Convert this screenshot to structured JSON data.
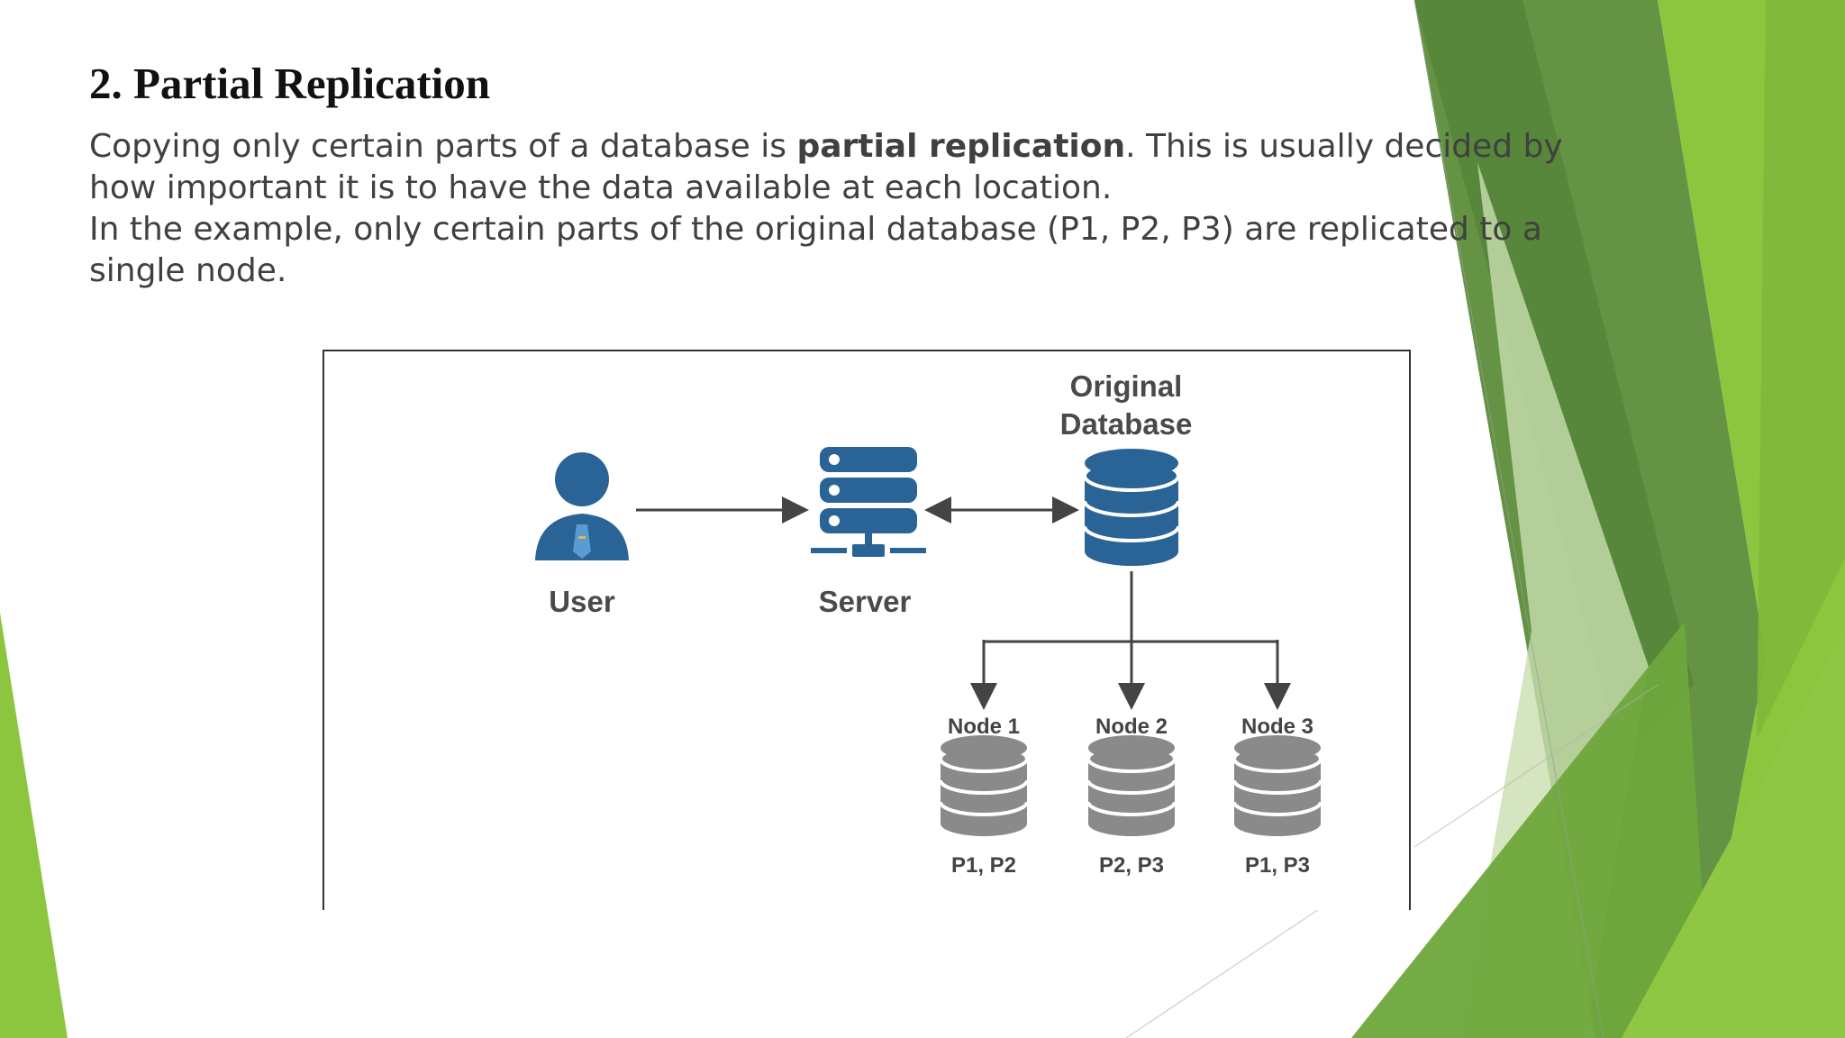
{
  "slide": {
    "title": "2. Partial Replication",
    "paragraph1_before": "Copying only certain parts of a database is ",
    "paragraph1_bold": "partial replication",
    "paragraph1_after": ". This is usually decided by how important it is to have the data available at each location.",
    "paragraph2": "In the example, only certain parts of the original database (P1, P2, P3) are replicated to a single node."
  },
  "diagram": {
    "user_label": "User",
    "server_label": "Server",
    "original_db_label_line1": "Original",
    "original_db_label_line2": "Database",
    "nodes": [
      {
        "label": "Node 1",
        "partitions": "P1, P2"
      },
      {
        "label": "Node 2",
        "partitions": "P2, P3"
      },
      {
        "label": "Node 3",
        "partitions": "P1, P3"
      }
    ]
  },
  "colors": {
    "accent_blue": "#2a6496",
    "node_gray": "#8a8a8a",
    "green_dark": "#4e8a2c",
    "green_light": "#8cc63f"
  }
}
